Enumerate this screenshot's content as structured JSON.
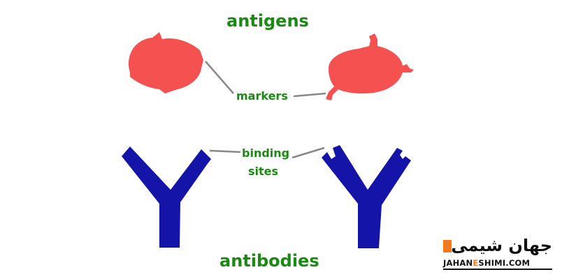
{
  "title_top": "antigens",
  "title_bottom": "antibodies",
  "label_markers": "markers",
  "label_binding_line1": "binding",
  "label_binding_line2": "sites",
  "colors": {
    "antigen": "#f55151",
    "antibody": "#1414a8",
    "label": "#1a8a12",
    "pointer": "#888888",
    "logo_accent": "#f47a1f"
  },
  "logo": {
    "script_text": "جهان شیمی",
    "url_part1": "JAHAN",
    "url_part2": "E",
    "url_part3": "SHIMI.COM"
  }
}
